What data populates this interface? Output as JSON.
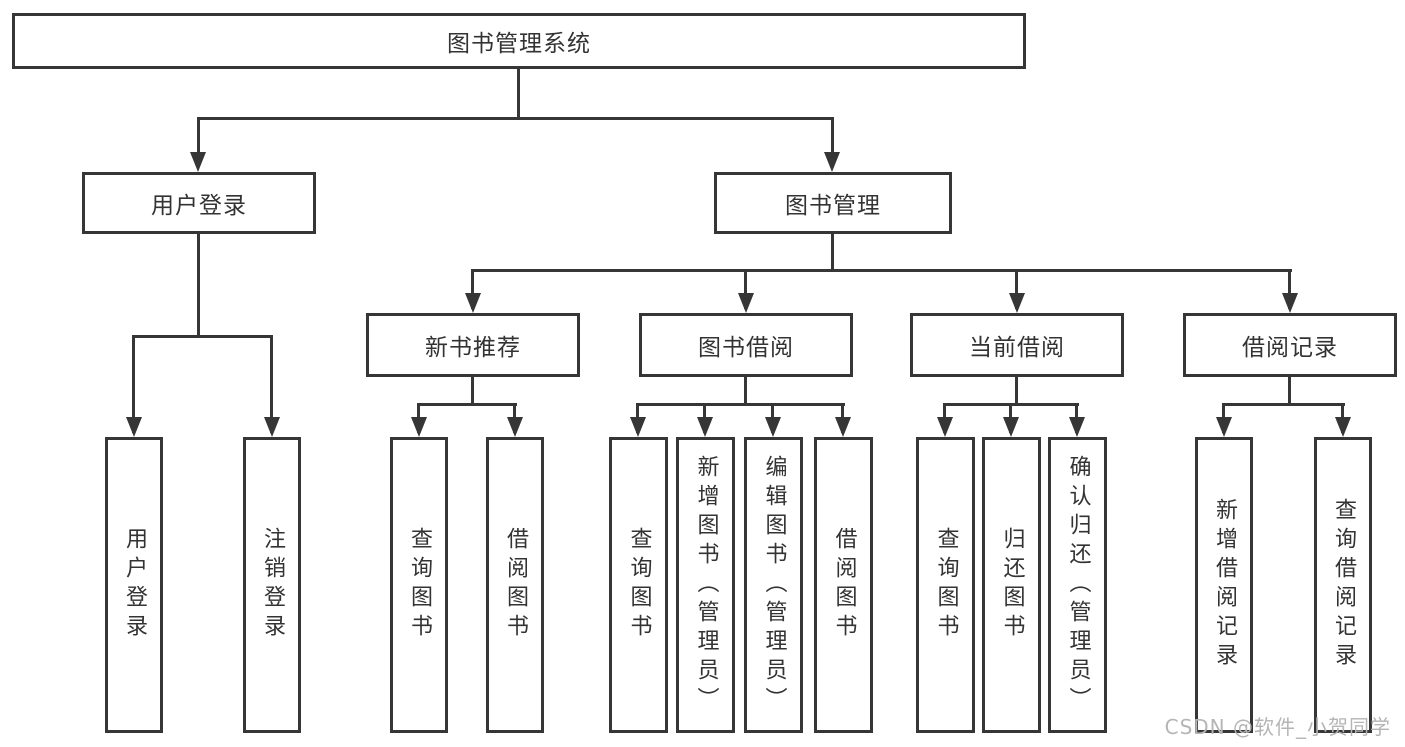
{
  "colors": {
    "line": "#363636",
    "text": "#333333",
    "watermark": "#b5b5b5",
    "background": "#ffffff"
  },
  "watermark": "CSDN @软件_小贺同学",
  "tree": {
    "root": {
      "label": "图书管理系统",
      "children": [
        {
          "label": "用户登录",
          "children": [
            {
              "label": "用户登录"
            },
            {
              "label": "注销登录"
            }
          ]
        },
        {
          "label": "图书管理",
          "children": [
            {
              "label": "新书推荐",
              "children": [
                {
                  "label": "查询图书"
                },
                {
                  "label": "借阅图书"
                }
              ]
            },
            {
              "label": "图书借阅",
              "children": [
                {
                  "label": "查询图书"
                },
                {
                  "label": "新增图书（管理员）"
                },
                {
                  "label": "编辑图书（管理员）"
                },
                {
                  "label": "借阅图书"
                }
              ]
            },
            {
              "label": "当前借阅",
              "children": [
                {
                  "label": "查询图书"
                },
                {
                  "label": "归还图书"
                },
                {
                  "label": "确认归还（管理员）"
                }
              ]
            },
            {
              "label": "借阅记录",
              "children": [
                {
                  "label": "新增借阅记录"
                },
                {
                  "label": "查询借阅记录"
                }
              ]
            }
          ]
        }
      ]
    }
  }
}
